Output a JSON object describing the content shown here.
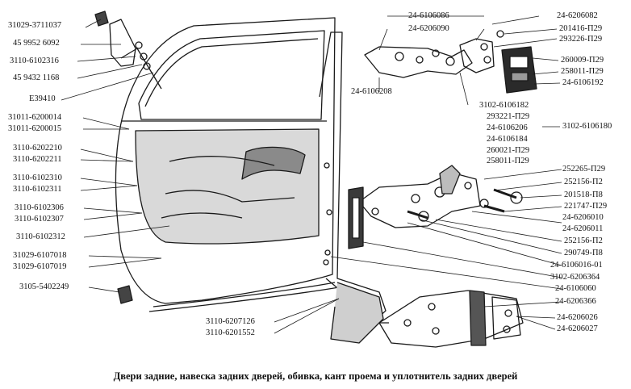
{
  "figure": {
    "caption": "Двери задние, навеска задних дверей, обивка, кант проема и уплотнитель задних дверей"
  },
  "labels_left": [
    "31029-3711037",
    "45 9952 6092",
    "3110-6102316",
    "45 9432 1168",
    "Е39410",
    "31011-6200014",
    "31011-6200015",
    "3110-6202210",
    "3110-6202211",
    "3110-6102310",
    "3110-6102311",
    "3110-6102306",
    "3110-6102307",
    "3110-6102312",
    "31029-6107018",
    "31029-6107019",
    "3105-5402249"
  ],
  "labels_bottom": [
    "3110-6207126",
    "3110-6201552"
  ],
  "labels_top": [
    "24-6106086",
    "24-6206090",
    "24-6106208"
  ],
  "labels_middle": [
    "3102-6106182",
    "293221-П29",
    "24-6106206",
    "24-6106184",
    "260021-П29",
    "258011-П29"
  ],
  "labels_right": [
    "24-6206082",
    "201416-П29",
    "293226-П29",
    "260009-П29",
    "258011-П29",
    "24-6106192",
    "3102-6106180",
    "252265-П29",
    "252156-П2",
    "201518-П8",
    "221747-П29",
    "24-6206010",
    "24-6206011",
    "252156-П2",
    "290749-П8",
    "24-6106016-01",
    "3102-6206364",
    "24-6106060",
    "24-6206366",
    "24-6206026",
    "24-6206027"
  ]
}
